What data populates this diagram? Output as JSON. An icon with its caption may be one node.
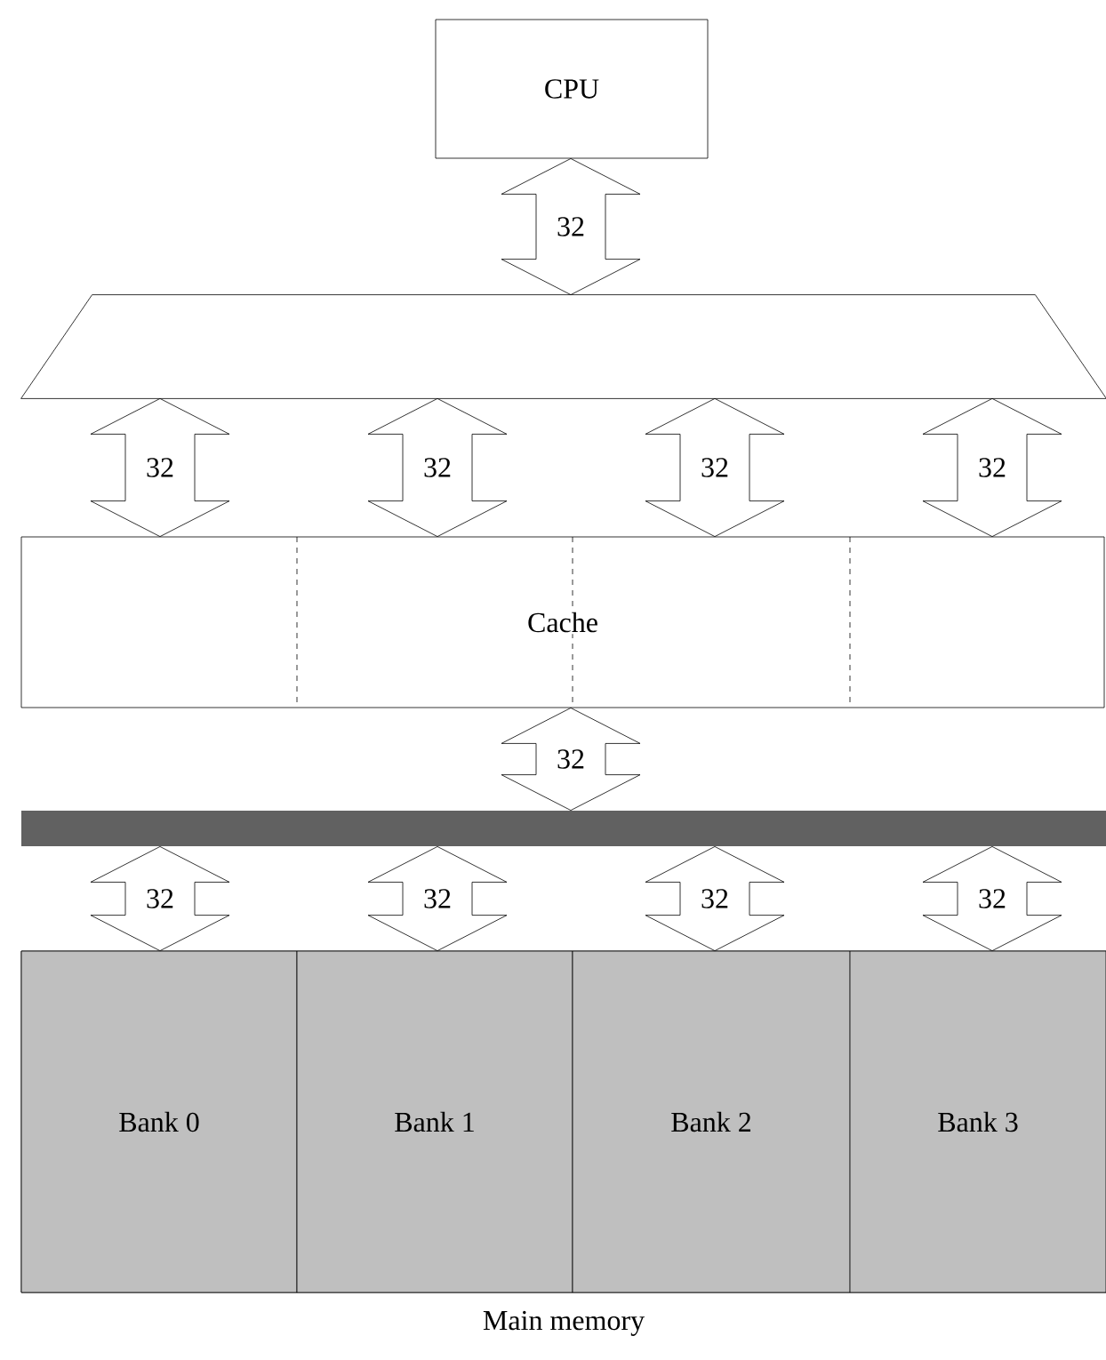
{
  "diagram": {
    "nodes": [
      {
        "text": [
          "CPU"
        ]
      },
      {
        "text": [],
        "shape": "trapezoid"
      },
      {
        "text": [
          "Cache"
        ]
      },
      {
        "text": [],
        "shape": "bar"
      },
      {
        "text": [
          "Main memory"
        ]
      },
      {
        "text": [
          "Bank 0"
        ],
        "in": 4
      },
      {
        "text": [
          "Bank 1"
        ],
        "in": 4
      },
      {
        "text": [
          "Bank 2"
        ],
        "in": 4
      },
      {
        "text": [
          "Bank 3"
        ],
        "in": 4
      }
    ],
    "edges": [
      {
        "from": 0,
        "to": 1,
        "arrow": "both",
        "label": "32"
      },
      {
        "from": 1,
        "to": 2,
        "arrow": "both",
        "label": "32"
      },
      {
        "from": 1,
        "to": 2,
        "arrow": "both",
        "label": "32"
      },
      {
        "from": 1,
        "to": 2,
        "arrow": "both",
        "label": "32"
      },
      {
        "from": 1,
        "to": 2,
        "arrow": "both",
        "label": "32"
      },
      {
        "from": 2,
        "to": 3,
        "arrow": "both",
        "label": "32"
      },
      {
        "from": 3,
        "to": 5,
        "arrow": "both",
        "label": "32"
      },
      {
        "from": 3,
        "to": 6,
        "arrow": "both",
        "label": "32"
      },
      {
        "from": 3,
        "to": 7,
        "arrow": "both",
        "label": "32"
      },
      {
        "from": 3,
        "to": 8,
        "arrow": "both",
        "label": "32"
      }
    ]
  }
}
